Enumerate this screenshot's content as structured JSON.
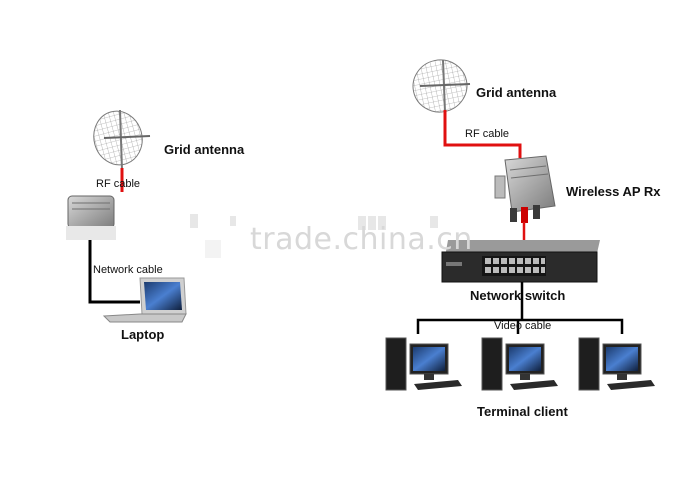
{
  "left": {
    "antenna_label": "Grid antenna",
    "rf_cable_label": "RF cable",
    "network_cable_label": "Network cable",
    "laptop_label": "Laptop"
  },
  "right": {
    "antenna_label": "Grid antenna",
    "rf_cable_label": "RF cable",
    "ap_label": "Wireless AP Rx",
    "switch_label": "Network switch",
    "video_cable_label": "Video cable",
    "terminal_label": "Terminal client"
  },
  "watermark": "trade.china.cn",
  "colors": {
    "rf_cable": "#e01010",
    "cable": "#000000",
    "device": "#9a9a9a"
  }
}
